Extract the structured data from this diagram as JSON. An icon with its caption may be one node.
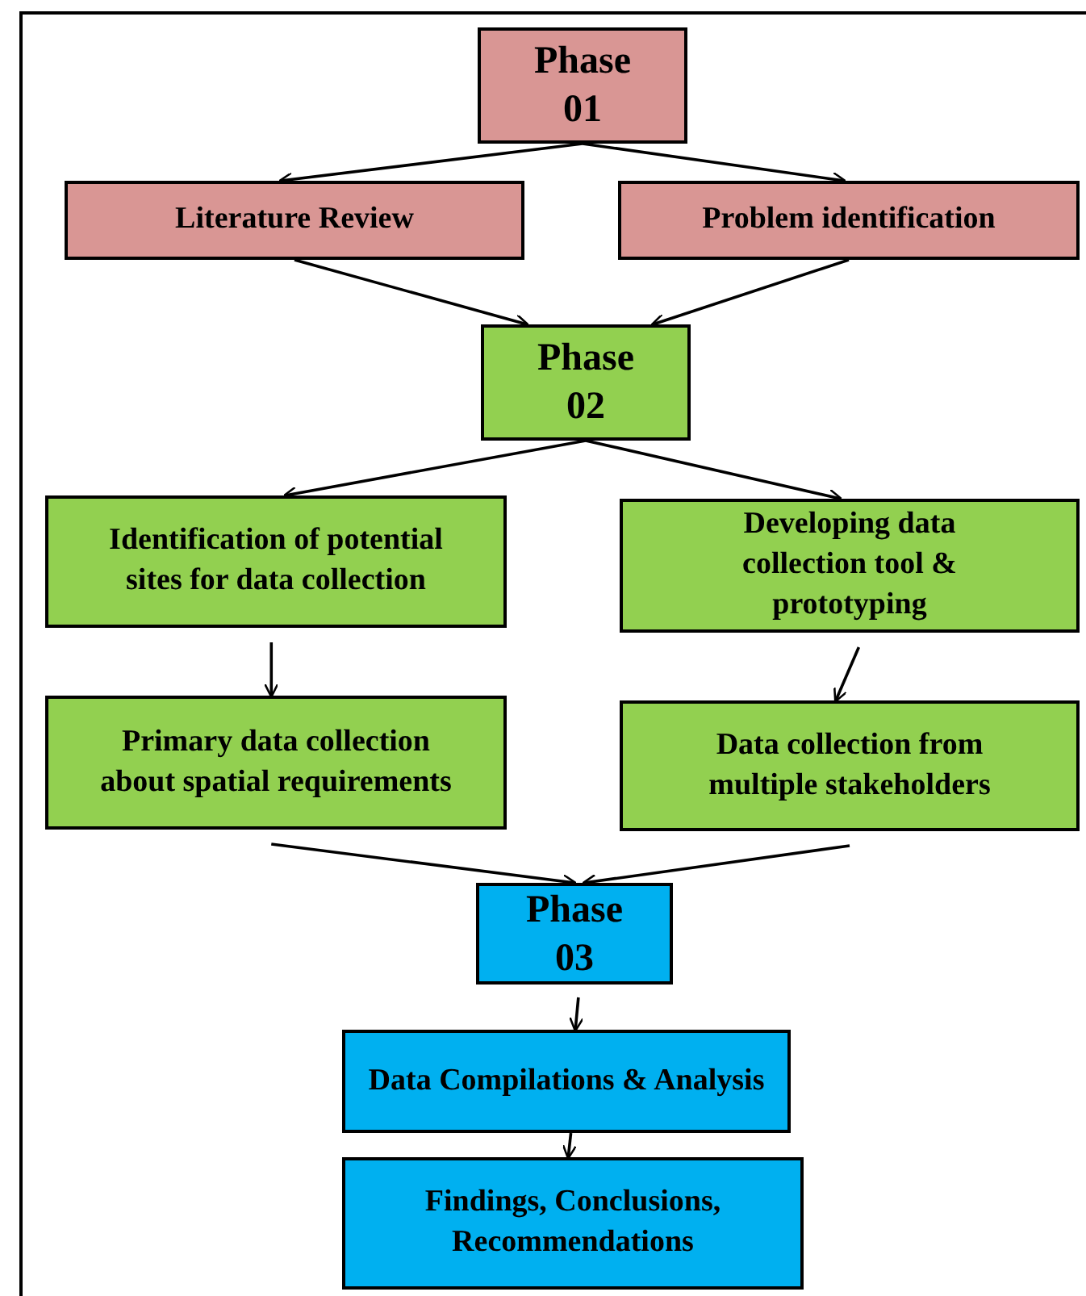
{
  "diagram": {
    "nodes": [
      {
        "text": [
          "Phase 01"
        ]
      },
      {
        "text": [
          "Literature Review"
        ]
      },
      {
        "text": [
          "Problem identification"
        ]
      },
      {
        "text": [
          "Phase 02"
        ]
      },
      {
        "text": [
          "Identification of potential sites for data collection"
        ]
      },
      {
        "text": [
          "Developing data collection tool & prototyping"
        ]
      },
      {
        "text": [
          "Primary data collection about spatial requirements"
        ]
      },
      {
        "text": [
          "Data collection from multiple stakeholders"
        ]
      },
      {
        "text": [
          "Phase 03"
        ]
      },
      {
        "text": [
          "Data Compilations & Analysis"
        ]
      },
      {
        "text": [
          "Findings, Conclusions, Recommendations"
        ]
      }
    ],
    "edges": [
      {
        "from": 0,
        "to": 1,
        "arrow": "to"
      },
      {
        "from": 0,
        "to": 2,
        "arrow": "to"
      },
      {
        "from": 1,
        "to": 3,
        "arrow": "to"
      },
      {
        "from": 2,
        "to": 3,
        "arrow": "to"
      },
      {
        "from": 3,
        "to": 4,
        "arrow": "to"
      },
      {
        "from": 3,
        "to": 5,
        "arrow": "to"
      },
      {
        "from": 4,
        "to": 6,
        "arrow": "to"
      },
      {
        "from": 5,
        "to": 7,
        "arrow": "to"
      },
      {
        "from": 6,
        "to": 8,
        "arrow": "to"
      },
      {
        "from": 7,
        "to": 8,
        "arrow": "to"
      },
      {
        "from": 8,
        "to": 9,
        "arrow": "to"
      },
      {
        "from": 9,
        "to": 10,
        "arrow": "to"
      }
    ]
  }
}
